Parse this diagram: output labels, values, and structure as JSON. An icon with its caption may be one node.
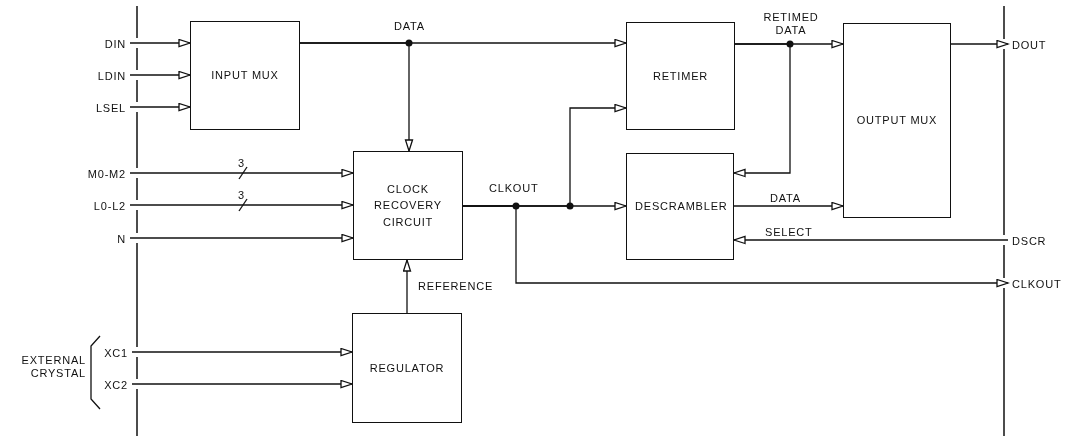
{
  "diagram": {
    "nodes": [
      {
        "text": [
          "DIN"
        ]
      },
      {
        "text": [
          "LDIN"
        ]
      },
      {
        "text": [
          "LSEL"
        ]
      },
      {
        "text": [
          "M0-M2"
        ]
      },
      {
        "text": [
          "L0-L2"
        ]
      },
      {
        "text": [
          "N"
        ]
      },
      {
        "text": [
          "XC1"
        ]
      },
      {
        "text": [
          "XC2"
        ]
      },
      {
        "text": [
          "INPUT MUX"
        ]
      },
      {
        "text": [
          "CLOCK RECOVERY CIRCUIT"
        ]
      },
      {
        "text": [
          "REGULATOR"
        ]
      },
      {
        "text": [
          "RETIMER"
        ]
      },
      {
        "text": [
          "DESCRAMBLER"
        ]
      },
      {
        "text": [
          "OUTPUT MUX"
        ]
      },
      {
        "text": [
          "DOUT"
        ]
      },
      {
        "text": [
          "DSCR"
        ]
      },
      {
        "text": [
          "CLKOUT"
        ]
      }
    ],
    "edges": [
      {
        "from": 0,
        "to": 8,
        "arrow": "to"
      },
      {
        "from": 1,
        "to": 8,
        "arrow": "to"
      },
      {
        "from": 2,
        "to": 8,
        "arrow": "to"
      },
      {
        "from": 8,
        "to": 11,
        "arrow": "to",
        "label": "DATA"
      },
      {
        "from": 8,
        "to": 9,
        "arrow": "to"
      },
      {
        "from": 3,
        "to": 9,
        "arrow": "to"
      },
      {
        "from": 4,
        "to": 9,
        "arrow": "to"
      },
      {
        "from": 5,
        "to": 9,
        "arrow": "to"
      },
      {
        "from": 6,
        "to": 10,
        "arrow": "to"
      },
      {
        "from": 7,
        "to": 10,
        "arrow": "to"
      },
      {
        "from": 10,
        "to": 9,
        "arrow": "to",
        "label": "REFERENCE"
      },
      {
        "from": 9,
        "to": 11,
        "arrow": "to"
      },
      {
        "from": 9,
        "to": 12,
        "arrow": "to"
      },
      {
        "from": 9,
        "to": 16,
        "arrow": "to",
        "label": "CLKOUT"
      },
      {
        "from": 11,
        "to": 13,
        "arrow": "to",
        "label": "RETIMED DATA"
      },
      {
        "from": 11,
        "to": 12,
        "arrow": "to"
      },
      {
        "from": 12,
        "to": 13,
        "arrow": "to",
        "label": "DATA"
      },
      {
        "from": 15,
        "to": 12,
        "arrow": "to",
        "label": "SELECT"
      },
      {
        "from": 13,
        "to": 14,
        "arrow": "to"
      }
    ],
    "labels": [
      "3",
      "3",
      "EXTERNAL CRYSTAL"
    ]
  }
}
